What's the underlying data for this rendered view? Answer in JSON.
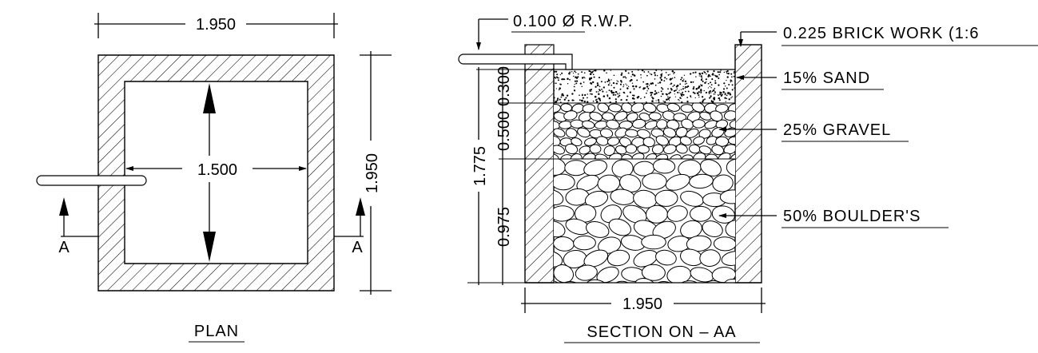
{
  "plan": {
    "caption": "PLAN",
    "dim_outer_width": "1.950",
    "dim_outer_height": "1.950",
    "dim_inner": "1.500",
    "section_mark_left": "A",
    "section_mark_right": "A"
  },
  "section": {
    "caption": "SECTION ON – AA",
    "dim_width": "1.950",
    "dim_total_depth": "1.775",
    "dim_sand": "0.300",
    "dim_gravel": "0.500",
    "dim_boulder": "0.975",
    "label_pipe": "0.100 Ø R.W.P.",
    "label_wall": "0.225 BRICK WORK (1:6",
    "label_sand": "15% SAND",
    "label_gravel": "25% GRAVEL",
    "label_boulder": "50% BOULDER'S"
  }
}
